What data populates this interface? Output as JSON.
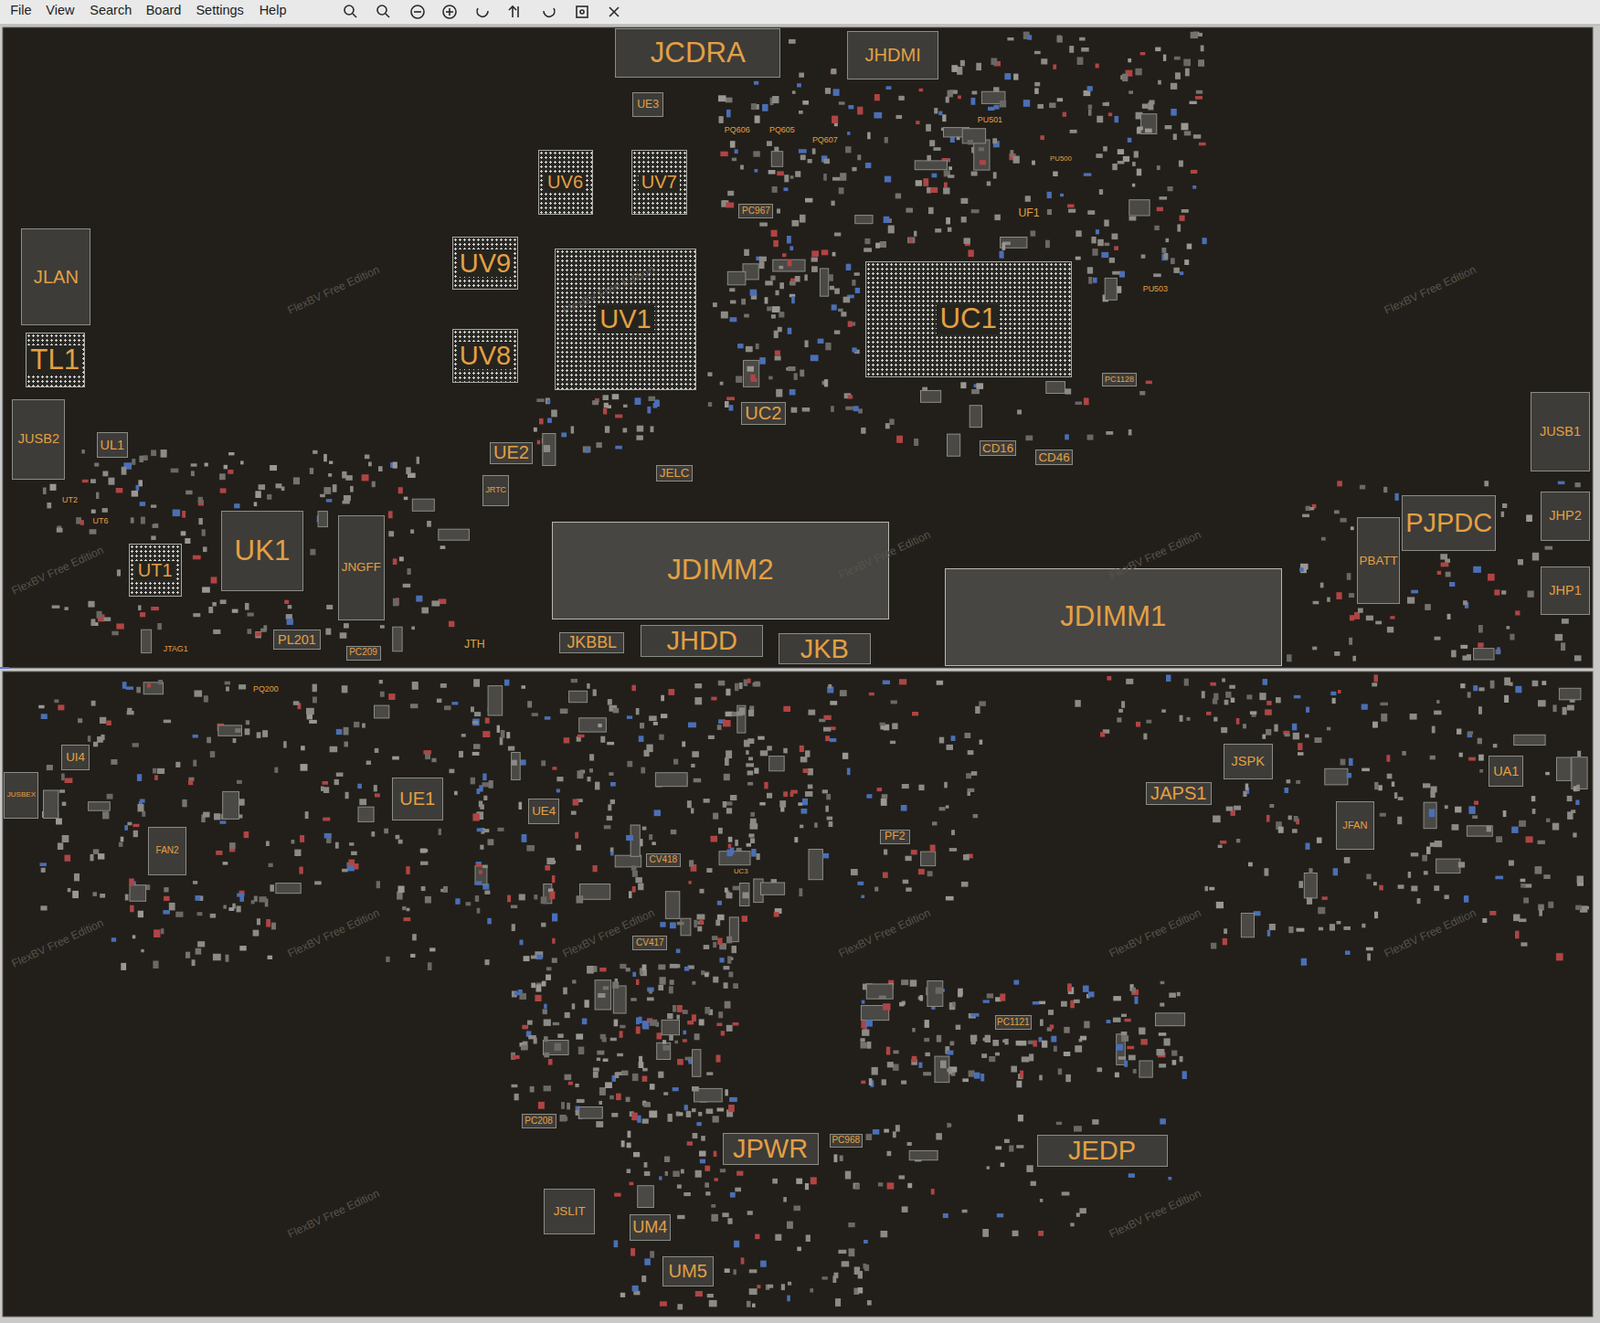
{
  "diagram": {
    "nodes": [
      {
        "text": [
          "JCDRA"
        ]
      },
      {
        "text": [
          "JHDMI"
        ]
      },
      {
        "text": [
          "UE3"
        ]
      },
      {
        "text": [
          "UV6"
        ]
      },
      {
        "text": [
          "UV7"
        ]
      },
      {
        "text": [
          "UV9"
        ]
      },
      {
        "text": [
          "UV8"
        ]
      },
      {
        "text": [
          "UV1"
        ]
      },
      {
        "text": [
          "UC1"
        ]
      },
      {
        "text": [
          "JLAN"
        ]
      },
      {
        "text": [
          "TL1"
        ]
      },
      {
        "text": [
          "JUSB2"
        ]
      },
      {
        "text": [
          "UL1"
        ]
      },
      {
        "text": [
          "UC2"
        ]
      },
      {
        "text": [
          "UE2"
        ]
      },
      {
        "text": [
          "UK1"
        ]
      },
      {
        "text": [
          "UT1"
        ]
      },
      {
        "text": [
          "JNGFF"
        ]
      },
      {
        "text": [
          "JDIMM2"
        ]
      },
      {
        "text": [
          "JDIMM1"
        ]
      },
      {
        "text": [
          "JKBBL"
        ]
      },
      {
        "text": [
          "JHDD"
        ]
      },
      {
        "text": [
          "JKB"
        ]
      },
      {
        "text": [
          "PL201"
        ]
      },
      {
        "text": [
          "PC209"
        ]
      },
      {
        "text": [
          "PJPDC"
        ]
      },
      {
        "text": [
          "PBATT"
        ]
      },
      {
        "text": [
          "JUSB1"
        ]
      },
      {
        "text": [
          "JHP2"
        ]
      },
      {
        "text": [
          "JHP1"
        ]
      },
      {
        "text": [
          "CD16"
        ]
      },
      {
        "text": [
          "CD46"
        ]
      },
      {
        "text": [
          "JELC"
        ]
      },
      {
        "text": [
          "JRTC"
        ]
      },
      {
        "text": [
          "PC967"
        ]
      },
      {
        "text": [
          "PC1128"
        ]
      },
      {
        "text": [
          "JUSBEX"
        ]
      },
      {
        "text": [
          "UI4"
        ]
      },
      {
        "text": [
          "FAN2"
        ]
      },
      {
        "text": [
          "UE1"
        ]
      },
      {
        "text": [
          "UE4"
        ]
      },
      {
        "text": [
          "CV418"
        ]
      },
      {
        "text": [
          "CV417"
        ]
      },
      {
        "text": [
          "PF2"
        ]
      },
      {
        "text": [
          "JSPK"
        ]
      },
      {
        "text": [
          "JAPS1"
        ]
      },
      {
        "text": [
          "UA1"
        ]
      },
      {
        "text": [
          "JFAN"
        ]
      },
      {
        "text": [
          "PC1121"
        ]
      },
      {
        "text": [
          "PC208"
        ]
      },
      {
        "text": [
          "JPWR"
        ]
      },
      {
        "text": [
          "PC968"
        ]
      },
      {
        "text": [
          "JEDP"
        ]
      },
      {
        "text": [
          "JSLIT"
        ]
      },
      {
        "text": [
          "UM4"
        ]
      },
      {
        "text": [
          "UM5"
        ]
      }
    ],
    "labels": [
      "File",
      "View",
      "Search",
      "Board",
      "Settings",
      "Help",
      "PQ606",
      "PQ605",
      "PQ607",
      "PU501",
      "PU500",
      "UF1",
      "PU503",
      "UT2",
      "UT6",
      "JTAG1",
      "JTH",
      "PQ200",
      "UC3",
      "FlexBV Free Edition",
      "FlexBV Free Edition",
      "FlexBV Free Edition",
      "FlexBV Free Edition",
      "FlexBV Free Edition",
      "FlexBV Free Edition",
      "FlexBV Free Edition",
      "FlexBV Free Edition",
      "FlexBV Free Edition",
      "FlexBV Free Edition",
      "FlexBV Free Edition",
      "FlexBV Free Edition",
      "FlexBV Free Edition",
      "FlexBV Free Edition"
    ]
  }
}
